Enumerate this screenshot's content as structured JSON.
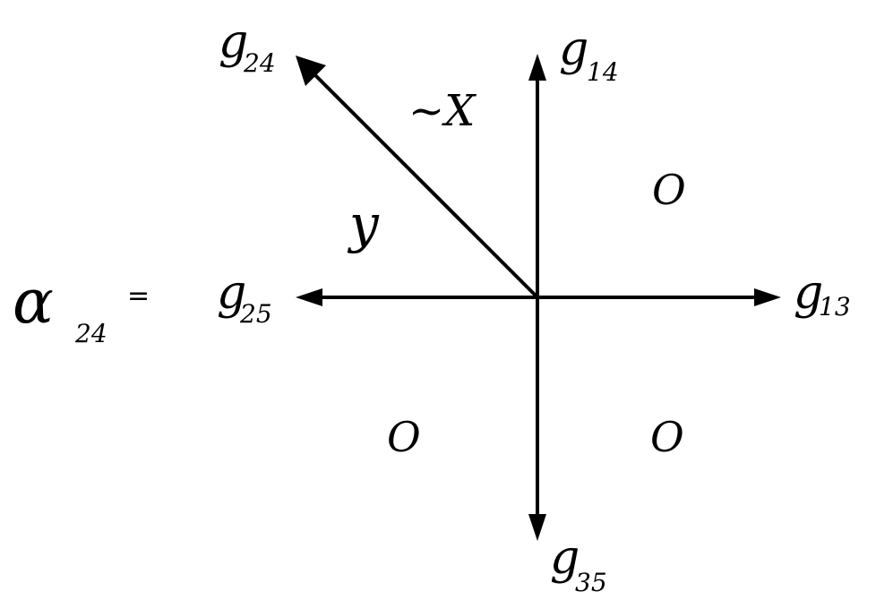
{
  "lhs": {
    "symbol": "α",
    "subscript": "24",
    "equals": "="
  },
  "vectors": [
    {
      "id": "up",
      "base": "g",
      "subscript": "14"
    },
    {
      "id": "upleft",
      "base": "g",
      "subscript": "24"
    },
    {
      "id": "left",
      "base": "g",
      "subscript": "25"
    },
    {
      "id": "right",
      "base": "g",
      "subscript": "13"
    },
    {
      "id": "down",
      "base": "g",
      "subscript": "35"
    }
  ],
  "edge_labels": {
    "minus_x": "~X",
    "y": "y"
  },
  "region_labels": {
    "upper_right": "O",
    "lower_left": "O",
    "lower_right": "O"
  },
  "colors": {
    "ink": "#000000",
    "background": "#ffffff"
  }
}
